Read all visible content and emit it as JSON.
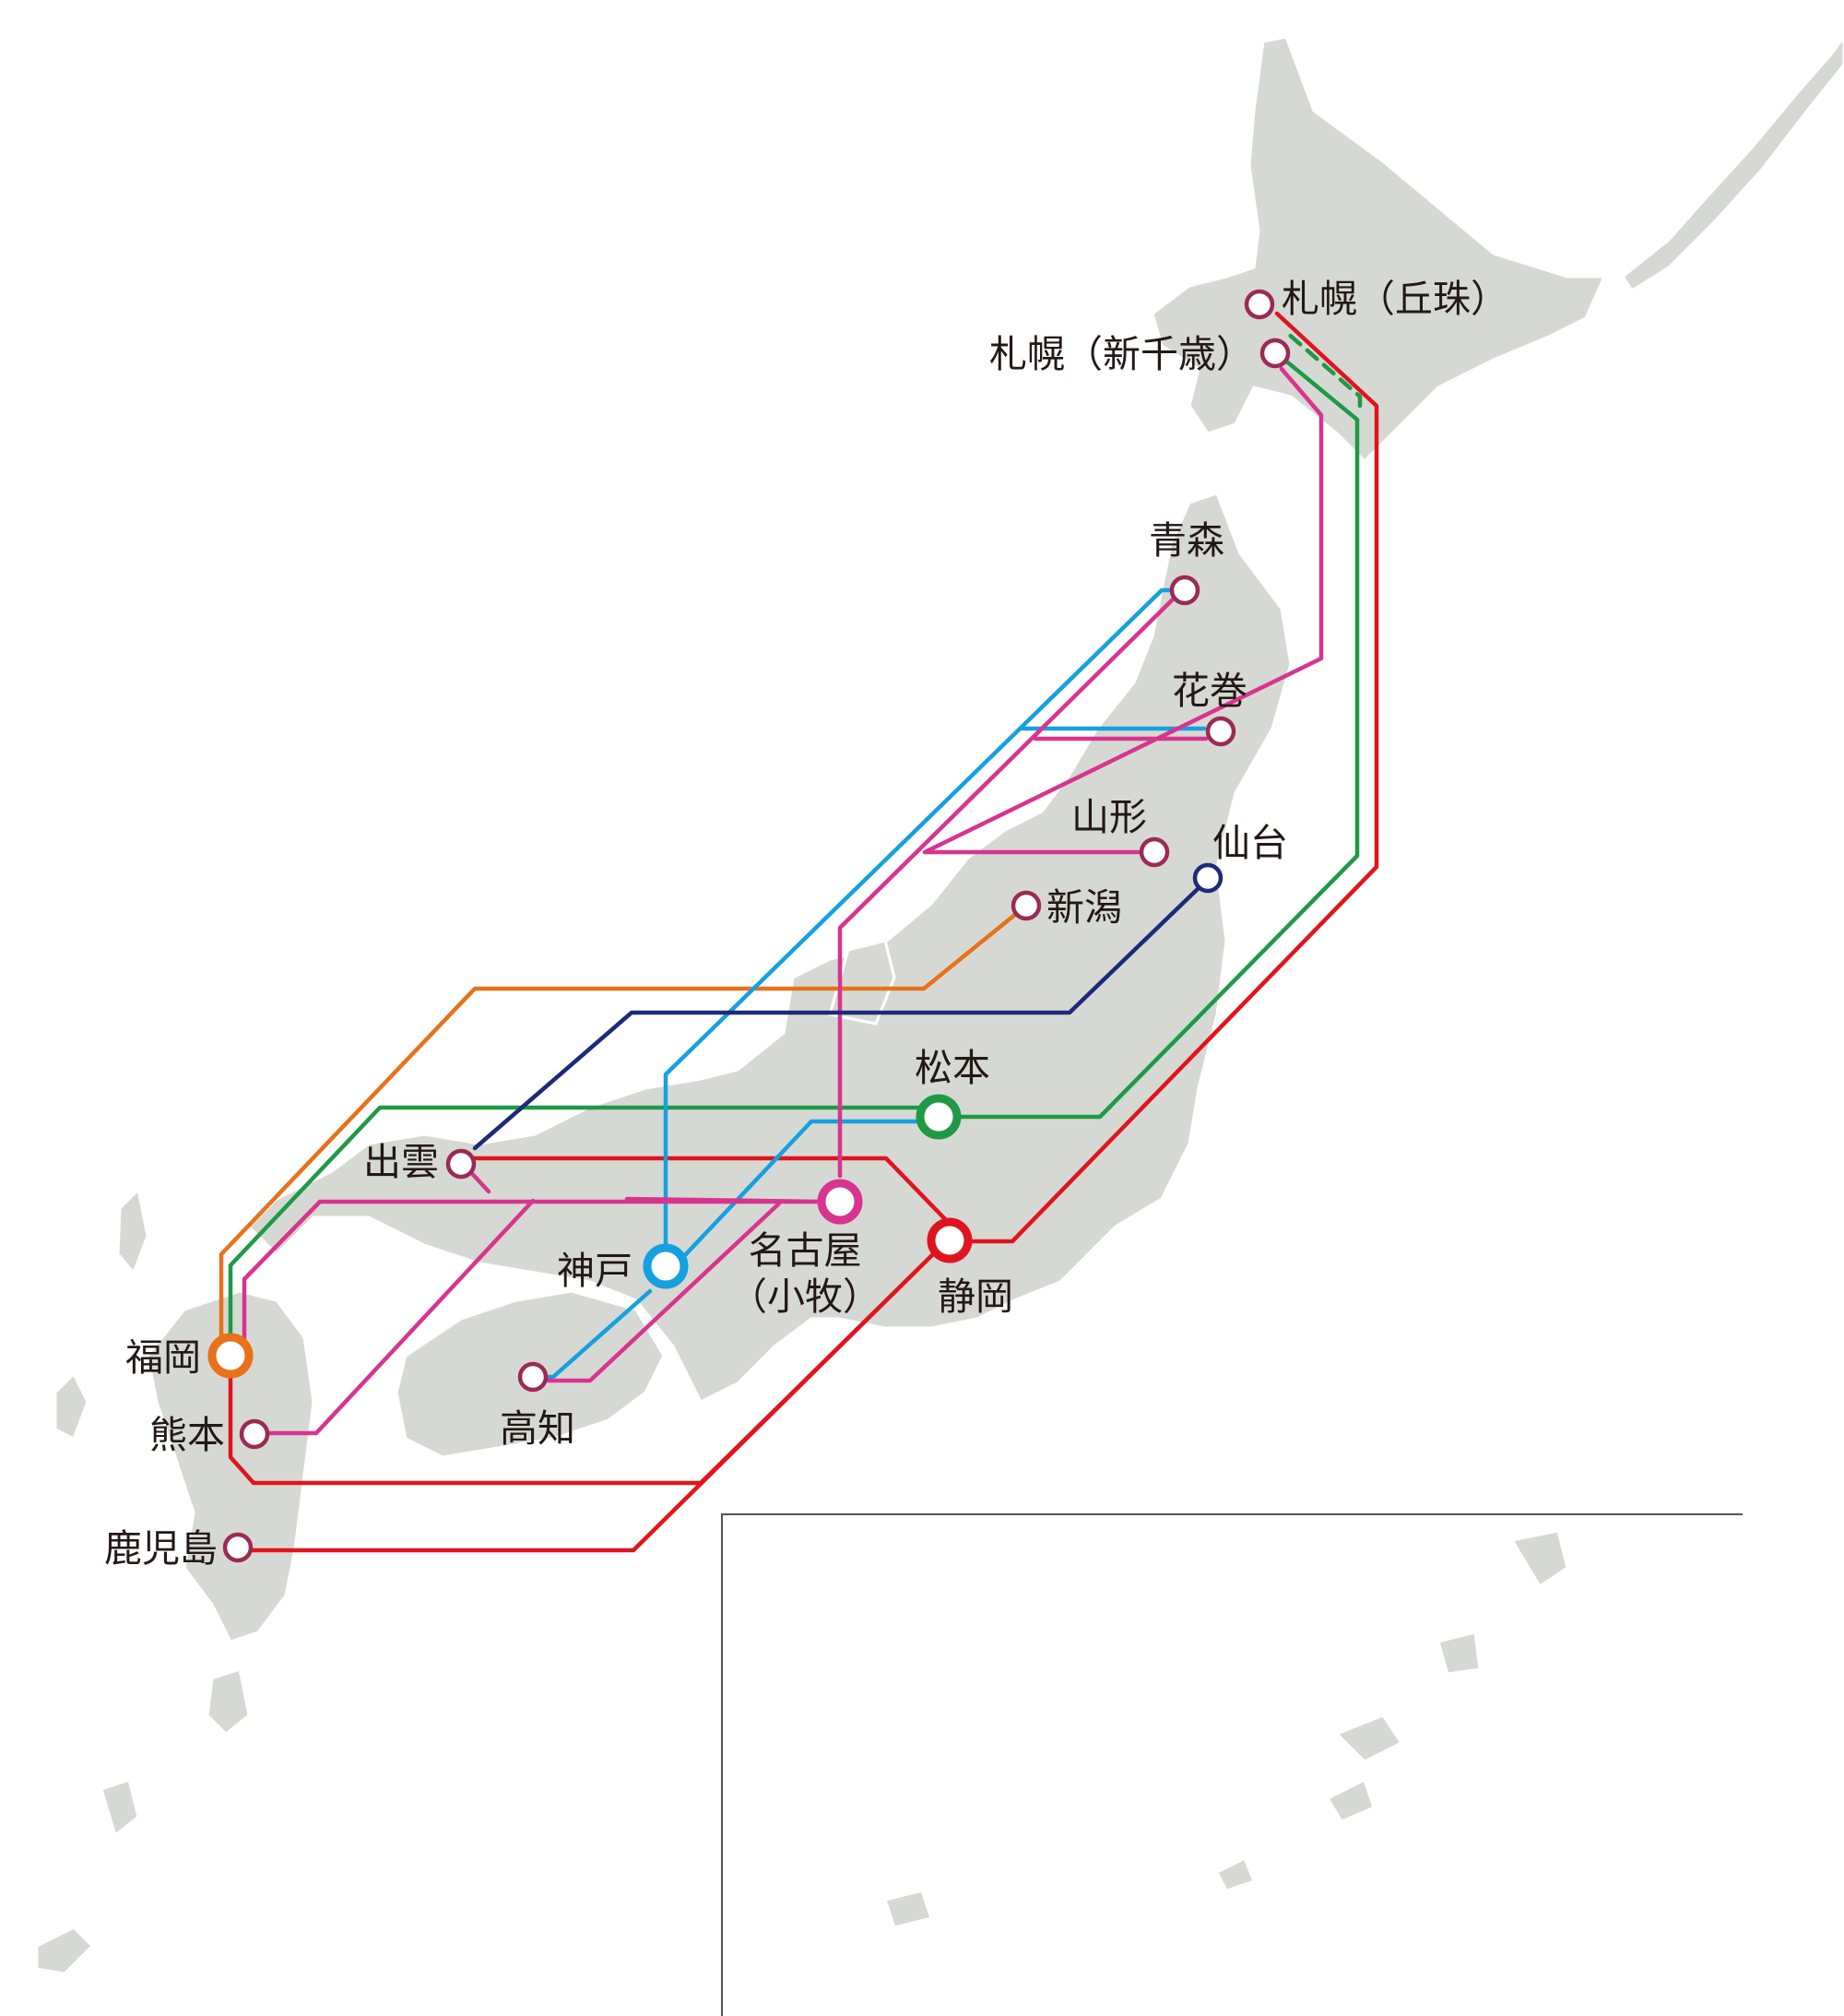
{
  "colors": {
    "land": "#d6d9d3",
    "water": "#ffffff",
    "station_default": "#9b2a55",
    "sendai": "#1d2a7a",
    "fukuoka_hub": "#e8711a",
    "matsumoto_hub": "#1f9945",
    "kobe_hub": "#16a0e0",
    "nagoya_hub": "#d8348f",
    "shizuoka_hub": "#e0141e"
  },
  "routes": [
    {
      "name": "orange",
      "color": "#e8711a"
    },
    {
      "name": "green",
      "color": "#1f9945"
    },
    {
      "name": "red",
      "color": "#e0141e"
    },
    {
      "name": "blue",
      "color": "#16a0e0"
    },
    {
      "name": "magenta",
      "color": "#d8348f"
    },
    {
      "name": "navy",
      "color": "#1d2a7a"
    }
  ],
  "stations": {
    "sapporo_okadama": "札幌（丘珠）",
    "sapporo_shinchitose": "札幌（新千歳）",
    "aomori": "青森",
    "hanamaki": "花巻",
    "yamagata": "山形",
    "sendai": "仙台",
    "niigata": "新潟",
    "matsumoto": "松本",
    "izumo": "出雲",
    "nagoya_line1": "名古屋",
    "nagoya_line2": "（小牧）",
    "kobe": "神戸",
    "shizuoka": "静岡",
    "fukuoka": "福岡",
    "kumamoto": "熊本",
    "kochi": "高知",
    "kagoshima": "鹿児島"
  }
}
